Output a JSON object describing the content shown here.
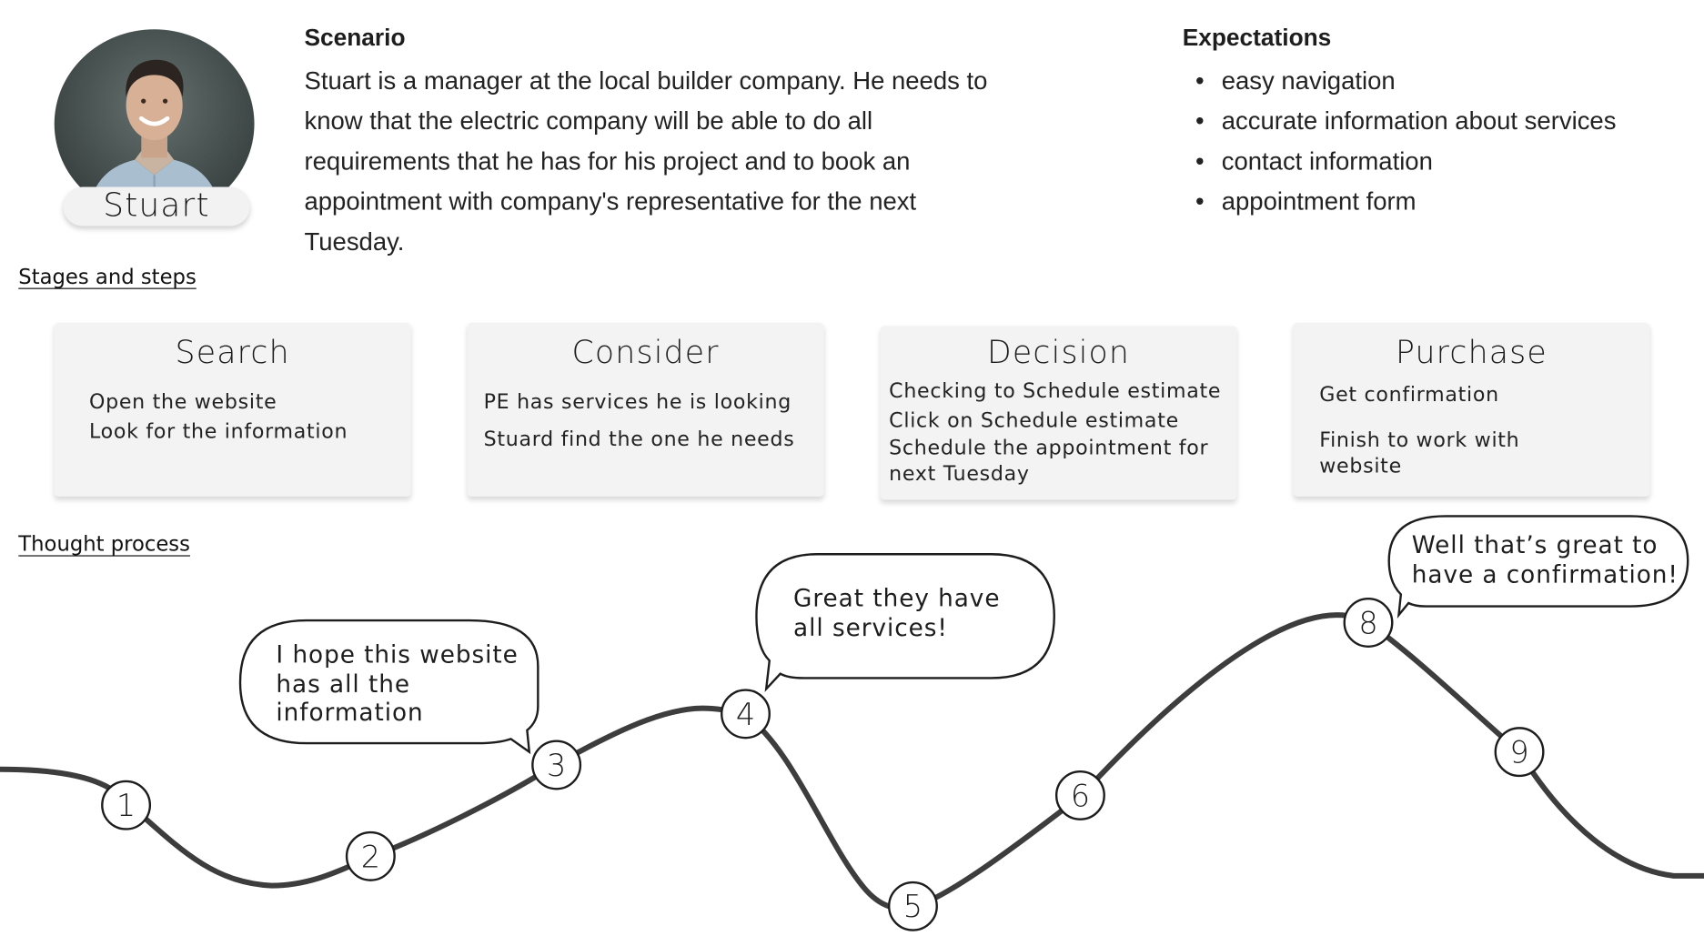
{
  "persona": {
    "name": "Stuart",
    "photo_icon": "person-photo"
  },
  "scenario": {
    "title": "Scenario",
    "lines": [
      "Stuart is a manager at the local builder company. He needs to",
      "know that the electric company will be able to do all",
      "requirements that he has for his project and to book an",
      "appointment with company's representative for the next",
      "Tuesday."
    ]
  },
  "expectations": {
    "title": "Expectations",
    "bullet": "•",
    "items": [
      "easy navigation",
      "accurate information about services",
      "contact information",
      "appointment form"
    ]
  },
  "stages_label": "Stages and steps",
  "stages": [
    {
      "title": "Search",
      "steps": [
        "Open the website",
        "Look for the information"
      ]
    },
    {
      "title": "Consider",
      "steps": [
        "PE has services he is looking",
        "Stuard find the one he needs"
      ]
    },
    {
      "title": "Decision",
      "steps": [
        "Checking to Schedule estimate",
        "Click on Schedule estimate",
        "Schedule the appointment for",
        "next Tuesday"
      ]
    },
    {
      "title": "Purchase",
      "steps": [
        "Get confirmation",
        "Finish to work with",
        "website"
      ]
    }
  ],
  "thought_label": "Thought process",
  "points": [
    "1",
    "2",
    "3",
    "4",
    "5",
    "6",
    "8",
    "9"
  ],
  "thoughts": [
    {
      "point": "3",
      "lines": [
        "I hope this website",
        "has all the",
        "information"
      ]
    },
    {
      "point": "4",
      "lines": [
        "Great they have",
        "all services!"
      ]
    },
    {
      "point": "8",
      "lines": [
        "Well that’s great to",
        "have a confirmation!"
      ]
    }
  ],
  "colors": {
    "curve": "#3d3d3d",
    "card_bg": "#f3f3f3",
    "text": "#1d1d1d"
  }
}
